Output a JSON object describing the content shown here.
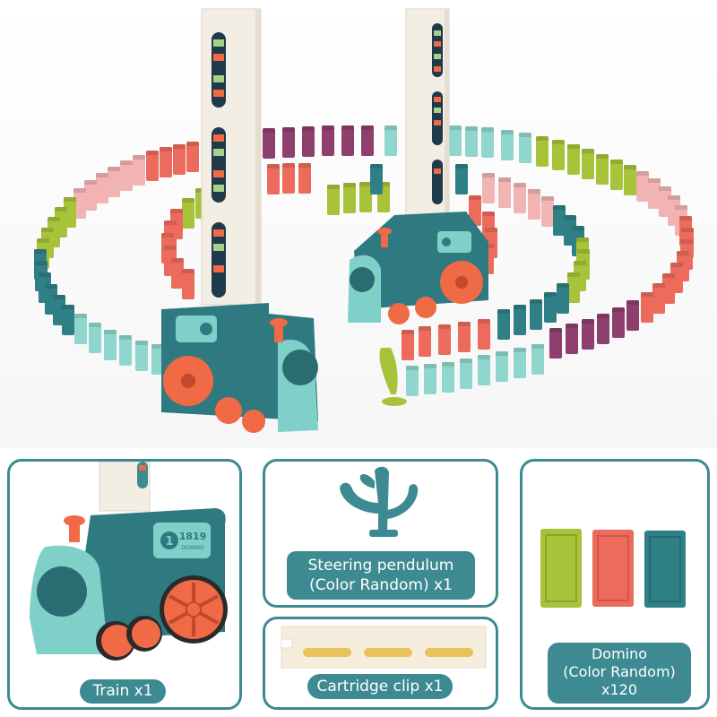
{
  "hero": {
    "subject": "Electric domino train toy set laying domino trails",
    "train_badge_number": "1",
    "train_badge_text": "1819",
    "train_badge_subtext": "DOMINO"
  },
  "colors": {
    "accent_teal": "#3d8a92",
    "train_body": "#2f7a80",
    "train_light": "#7fd0c8",
    "wheel_orange": "#ef6a45",
    "domino_lime": "#a8c23a",
    "domino_coral": "#ec6b5c",
    "domino_teal": "#2f7f86",
    "domino_pink": "#f2b3b3",
    "domino_purple": "#8e3f6e",
    "domino_mint": "#8fd6cf",
    "tower_cream": "#f3eee4"
  },
  "panels": {
    "train": {
      "label": "Train x1",
      "badge_number": "1",
      "badge_text": "1819",
      "badge_subtext": "DOMINO"
    },
    "steering": {
      "label_line1": "Steering pendulum",
      "label_line2": "(Color Random) x1"
    },
    "clip": {
      "label": "Cartridge clip x1"
    },
    "domino": {
      "label_line1": "Domino",
      "label_line2": "(Color Random)",
      "label_line3": "x120"
    }
  }
}
